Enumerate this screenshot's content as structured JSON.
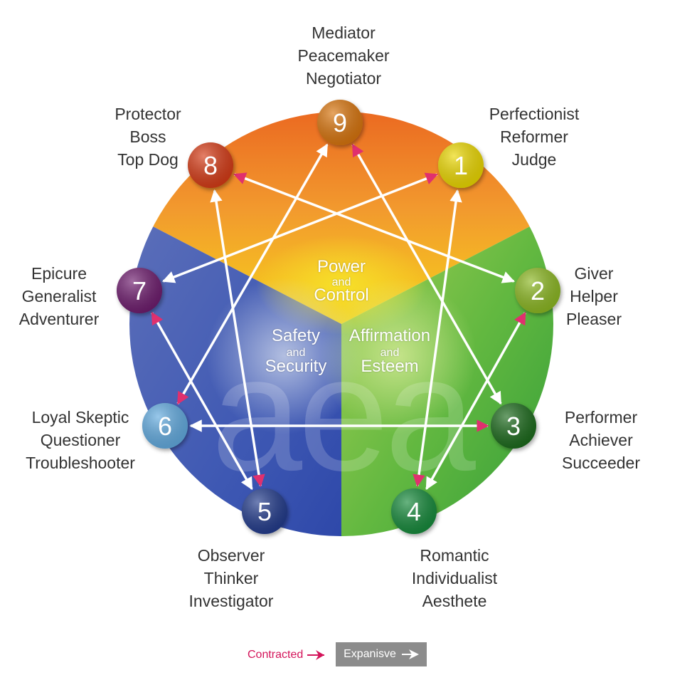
{
  "center": {
    "top": {
      "line1": "Power",
      "and": "and",
      "line2": "Control"
    },
    "left": {
      "line1": "Safety",
      "and": "and",
      "line2": "Security"
    },
    "right": {
      "line1": "Affirmation",
      "and": "and",
      "line2": "Esteem"
    },
    "watermark": "aea"
  },
  "types": [
    {
      "number": "1",
      "color": "#ecd800",
      "names": [
        "Perfectionist",
        "Reformer",
        "Judge"
      ]
    },
    {
      "number": "2",
      "color": "#8cb824",
      "names": [
        "Giver",
        "Helper",
        "Pleaser"
      ]
    },
    {
      "number": "3",
      "color": "#1e6b1e",
      "names": [
        "Performer",
        "Achiever",
        "Succeeder"
      ]
    },
    {
      "number": "4",
      "color": "#138a3a",
      "names": [
        "Romantic",
        "Individualist",
        "Aesthete"
      ]
    },
    {
      "number": "5",
      "color": "#243b8c",
      "names": [
        "Observer",
        "Thinker",
        "Investigator"
      ]
    },
    {
      "number": "6",
      "color": "#62abe0",
      "names": [
        "Loyal Skeptic",
        "Questioner",
        "Troubleshooter"
      ]
    },
    {
      "number": "7",
      "color": "#6e1f6e",
      "names": [
        "Epicure",
        "Generalist",
        "Adventurer"
      ]
    },
    {
      "number": "8",
      "color": "#d63a12",
      "names": [
        "Protector",
        "Boss",
        "Top Dog"
      ]
    },
    {
      "number": "9",
      "color": "#d9740f",
      "names": [
        "Mediator",
        "Peacemaker",
        "Negotiator"
      ]
    }
  ],
  "regions": {
    "power_color": "#f08a26",
    "safety_color": "#4a63b8",
    "esteem_color": "#62b840",
    "center_yellow": "#f2d21a"
  },
  "legend": {
    "contracted": "Contracted",
    "expansive": "Expanisve",
    "contracted_color": "#d4145a"
  }
}
